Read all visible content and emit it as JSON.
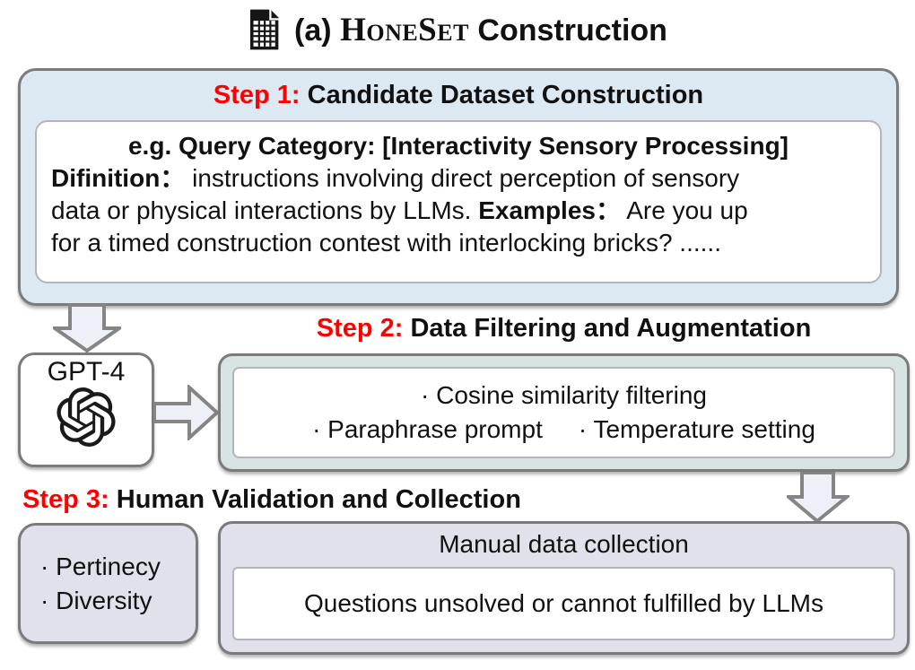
{
  "colors": {
    "step1_bg": "#dce8f2",
    "step2_bg": "#d8e4e4",
    "step3_bg": "#e1e1ec",
    "box_border": "#7b7b7b",
    "accent_red": "#ff0000",
    "arrow_fill": "#edf1f7"
  },
  "title": {
    "prefix": "(a)",
    "dataset_name": "HoneSet",
    "suffix": "Construction"
  },
  "icons": {
    "header": "dataset-file-icon",
    "gpt4": "openai-logo-icon",
    "flow": [
      "down-arrow",
      "right-arrow",
      "down-arrow"
    ]
  },
  "step1": {
    "label": "Step 1:",
    "title": "Candidate Dataset Construction",
    "card": {
      "line1": "e.g. Query Category: [Interactivity Sensory Processing]",
      "def_label": "Difinition：",
      "def_text": " instructions involving direct perception of sensory",
      "def_text2": "data or physical interactions by LLMs. ",
      "ex_label": "Examples：",
      "ex_text": " Are you up",
      "ex_text2": "for a timed construction contest with interlocking bricks? ......"
    }
  },
  "gpt4": {
    "label": "GPT-4"
  },
  "step2": {
    "label": "Step 2:",
    "title": "Data Filtering and Augmentation",
    "items": [
      "· Cosine similarity filtering",
      "· Paraphrase prompt",
      "· Temperature setting"
    ]
  },
  "step3": {
    "label": "Step 3:",
    "title": "Human Validation and Collection",
    "criteria": [
      "· Pertinecy",
      "· Diversity"
    ],
    "manual": {
      "title": "Manual data collection",
      "note": "Questions unsolved or cannot fulfilled by LLMs"
    }
  }
}
